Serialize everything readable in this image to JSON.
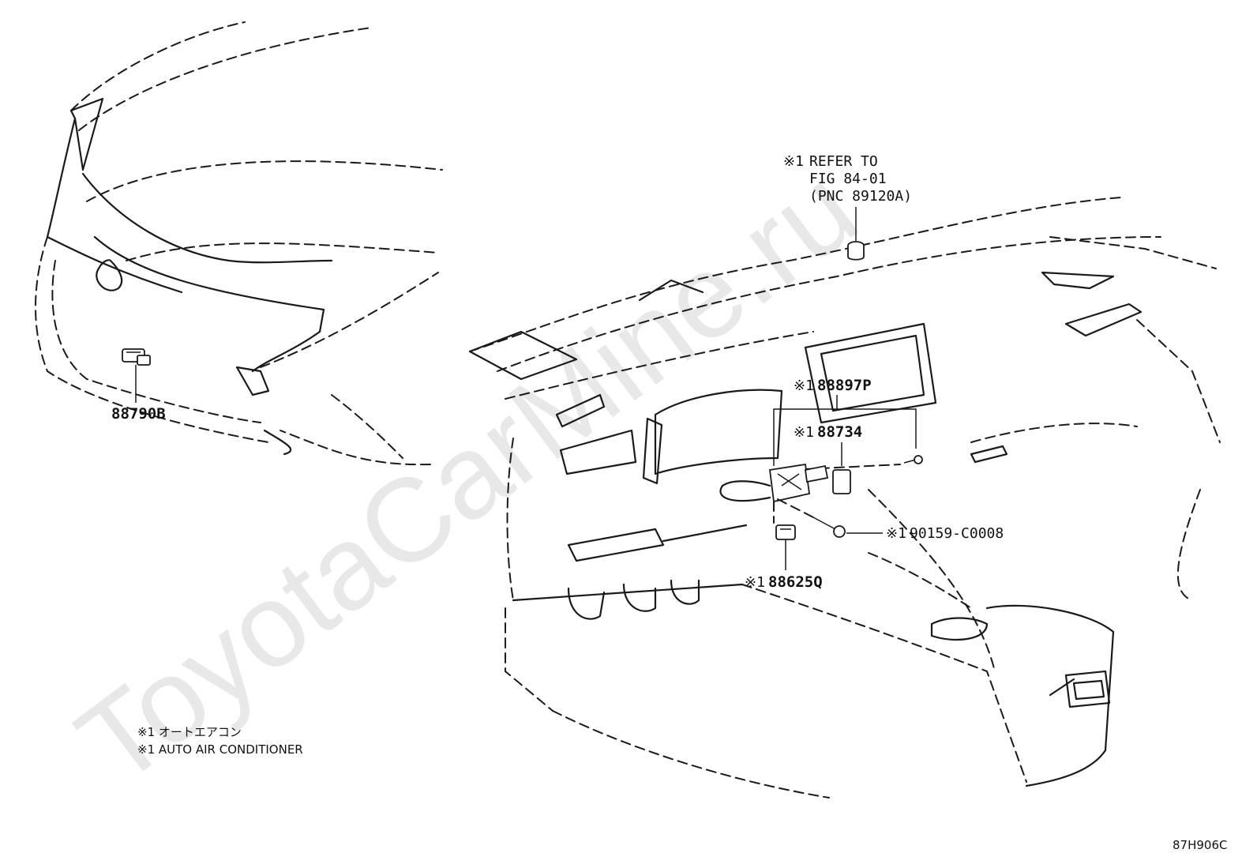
{
  "watermark": "ToyotaCarMine.ru",
  "figure_code": "87H906C",
  "callouts": {
    "refer_mark": "※1",
    "refer_line1": "REFER TO",
    "refer_line2": "FIG 84-01",
    "refer_line3": "(PNC 89120A)",
    "p88790b": "88790B",
    "p88897p_mark": "※1",
    "p88897p": "88897P",
    "p88734_mark": "※1",
    "p88734": "88734",
    "p90159_mark": "※1",
    "p90159": "90159-C0008",
    "p88625q_mark": "※1",
    "p88625q": "88625Q"
  },
  "legend": {
    "line1": "※1 オートエアコン",
    "line2": "※1 AUTO AIR CONDITIONER"
  }
}
